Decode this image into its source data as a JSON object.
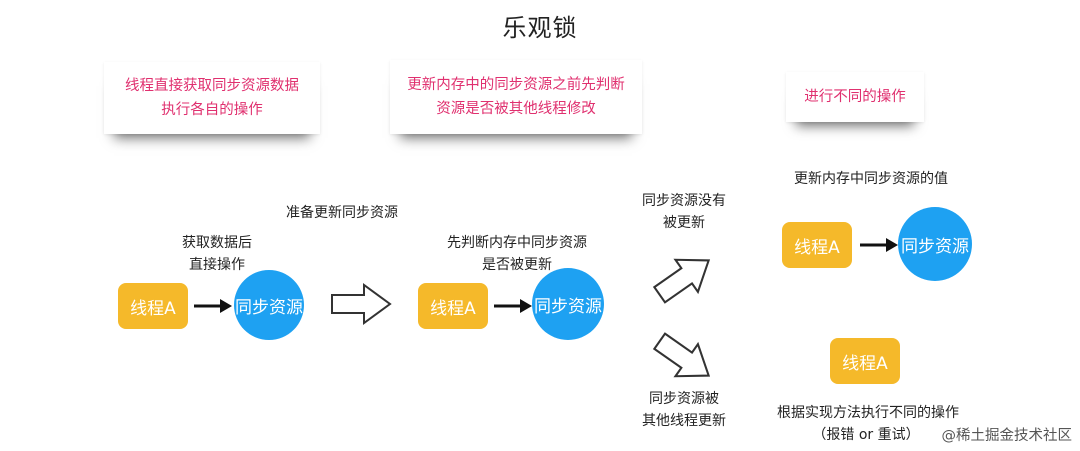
{
  "title": "乐观锁",
  "notes": {
    "left": [
      "线程直接获取同步资源数据",
      "执行各自的操作"
    ],
    "middle": [
      "更新内存中的同步资源之前先判断",
      "资源是否被其他线程修改"
    ],
    "right": [
      "进行不同的操作"
    ]
  },
  "captions": {
    "prepare_update": "准备更新同步资源",
    "get_data": [
      "获取数据后",
      "直接操作"
    ],
    "check_before_update": [
      "先判断内存中同步资源",
      "是否被更新"
    ],
    "not_updated": [
      "同步资源没有",
      "被更新"
    ],
    "updated_by_others": [
      "同步资源被",
      "其他线程更新"
    ],
    "update_value": "更新内存中同步资源的值",
    "different_ops": "根据实现方法执行不同的操作",
    "different_ops_detail": "（报错 or 重试）"
  },
  "labels": {
    "thread": "线程A",
    "resource": "同步资源"
  },
  "watermark": "@稀土掘金技术社区",
  "colors": {
    "thread": "#f5b92a",
    "resource": "#1ea1f2",
    "note_text": "#e0306f"
  }
}
